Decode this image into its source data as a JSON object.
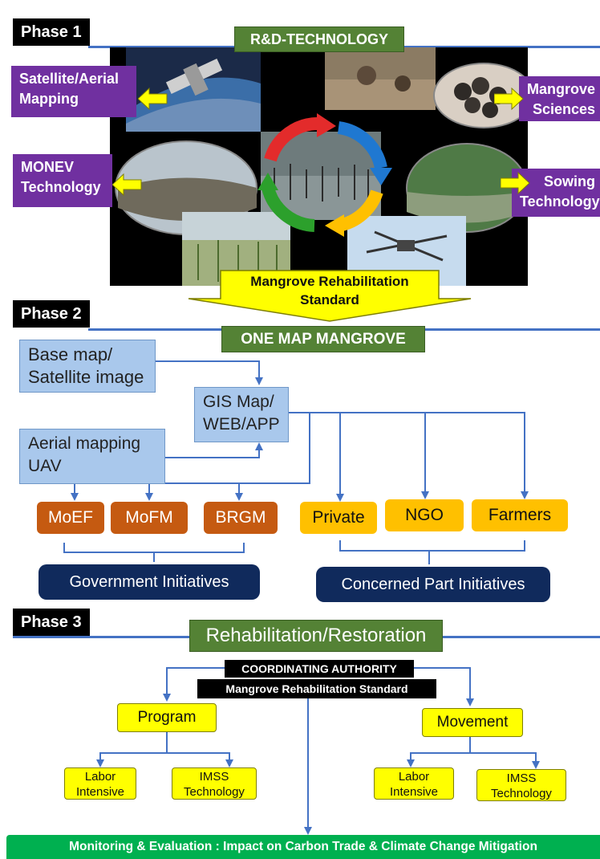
{
  "phase1": {
    "label": "Phase 1",
    "title": "R&D-TECHNOLOGY",
    "left_boxes": [
      "Satellite/Aerial Mapping",
      "MONEV Technology"
    ],
    "right_boxes": [
      "Mangrove Sciences",
      "Sowing Technology"
    ],
    "standard_arrow": "Mangrove Rehabilitation Standard"
  },
  "phase2": {
    "label": "Phase 2",
    "title": "ONE MAP MANGROVE",
    "base_map": "Base map/ Satellite image",
    "gis": "GIS Map/ WEB/APP",
    "aerial": "Aerial mapping UAV",
    "gov_agencies": [
      "MoEF",
      "MoFM",
      "BRGM"
    ],
    "parties": [
      "Private",
      "NGO",
      "Farmers"
    ],
    "gov_initiatives": "Government Initiatives",
    "concerned_initiatives": "Concerned Part Initiatives"
  },
  "phase3": {
    "label": "Phase 3",
    "title": "Rehabilitation/Restoration",
    "authority": "COORDINATING AUTHORITY",
    "standard": "Mangrove Rehabilitation Standard",
    "program": "Program",
    "movement": "Movement",
    "program_children": [
      "Labor Intensive",
      "IMSS Technology"
    ],
    "movement_children": [
      "Labor Intensive",
      "IMSS Technology"
    ],
    "monitoring": "Monitoring & Evaluation : Impact on Carbon Trade & Climate Change Mitigation"
  },
  "colors": {
    "line": "#4472c4",
    "green": "#548235",
    "purple": "#7030a0",
    "orange": "#c55a11",
    "gold": "#ffc000",
    "navy": "#102a5c",
    "yellow": "#ffff00",
    "monitor_green": "#00b050"
  }
}
